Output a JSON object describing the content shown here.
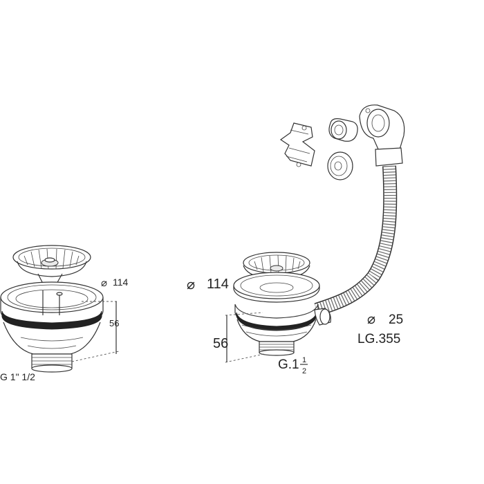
{
  "left_drain": {
    "diameter_label": "114",
    "height_label": "56",
    "thread_label": "G 1\" 1/2"
  },
  "right_drain": {
    "diameter_label": "114",
    "height_label": "56",
    "thread_prefix": "G.1",
    "thread_num": "1",
    "thread_den": "2",
    "hose_diameter_label": "25",
    "hose_length_label": "LG.355"
  },
  "symbols": {
    "diameter": "⌀"
  }
}
